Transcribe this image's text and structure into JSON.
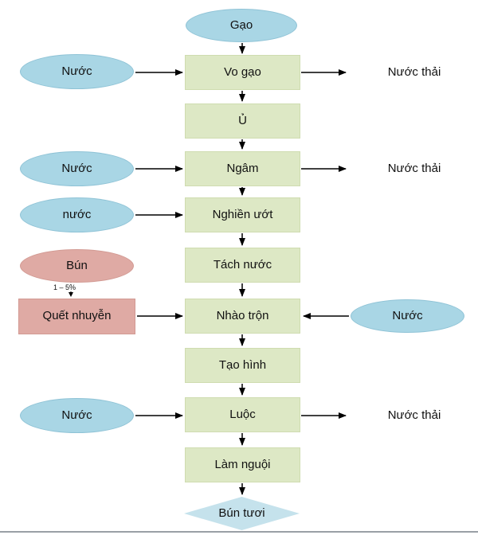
{
  "colors": {
    "process_fill": "#dde8c5",
    "water_fill": "#a9d6e5",
    "bun_fill": "#dfaaa4",
    "product_fill": "#c5e2ec",
    "arrow": "#000000"
  },
  "flowchart": {
    "input_material": {
      "label": "Gạo"
    },
    "steps": {
      "vo_gao": "Vo gạo",
      "u": "Ủ",
      "ngam": "Ngâm",
      "nghien_uot": "Nghiền ướt",
      "tach_nuoc": "Tách nước",
      "nhao_tron": "Nhào trộn",
      "tao_hinh": "Tạo hình",
      "luoc": "Luộc",
      "lam_nguoi": "Làm nguội"
    },
    "final_product": {
      "label": "Bún tươi"
    },
    "side_inputs": {
      "nuoc_vo_gao": "Nước",
      "nuoc_ngam": "Nước",
      "nuoc_nghien": "nước",
      "bun": "Bún",
      "quet_nhuyen": "Quết nhuyễn",
      "nuoc_nhao_tron": "Nước",
      "nuoc_luoc": "Nước"
    },
    "side_outputs": {
      "nuoc_thai_vo_gao": "Nước thải",
      "nuoc_thai_ngam": "Nước thải",
      "nuoc_thai_luoc": "Nước thải"
    },
    "annotations": {
      "bun_ratio": "1 – 5%"
    }
  }
}
